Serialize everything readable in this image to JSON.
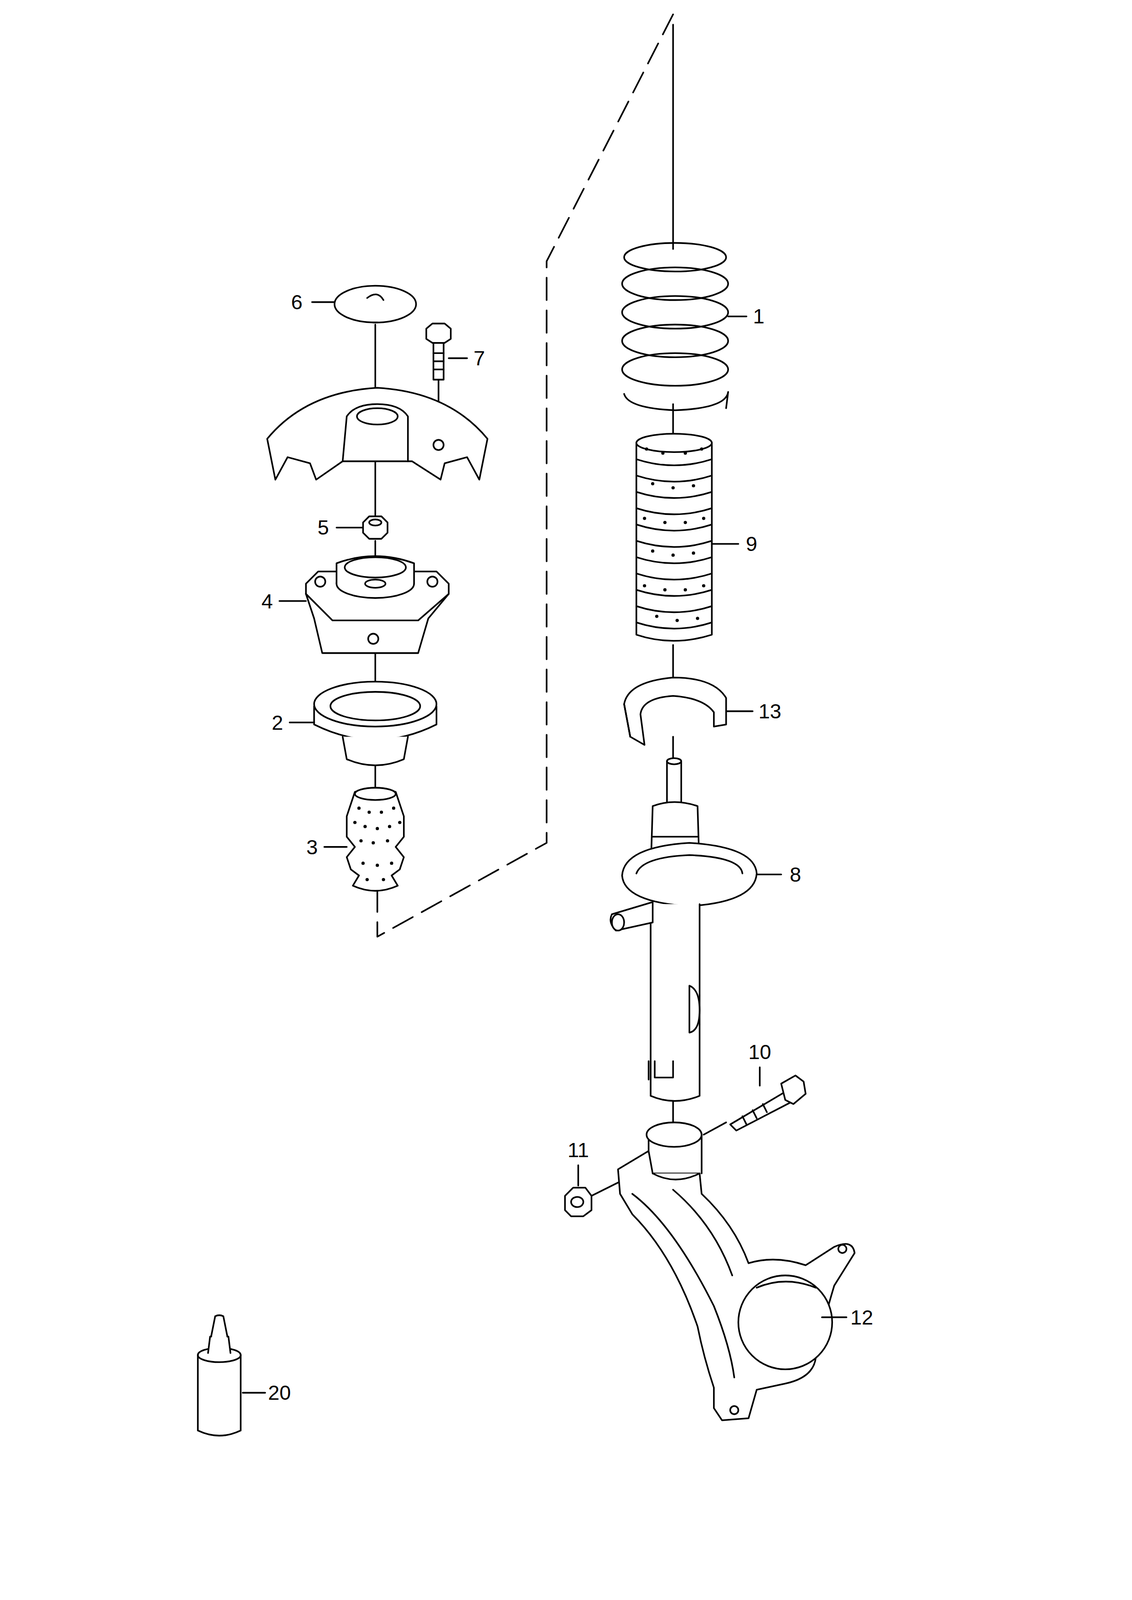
{
  "diagram": {
    "labels": [
      "6",
      "1",
      "7",
      "9",
      "5",
      "4",
      "13",
      "2",
      "3",
      "8",
      "10",
      "11",
      "12",
      "20"
    ]
  }
}
